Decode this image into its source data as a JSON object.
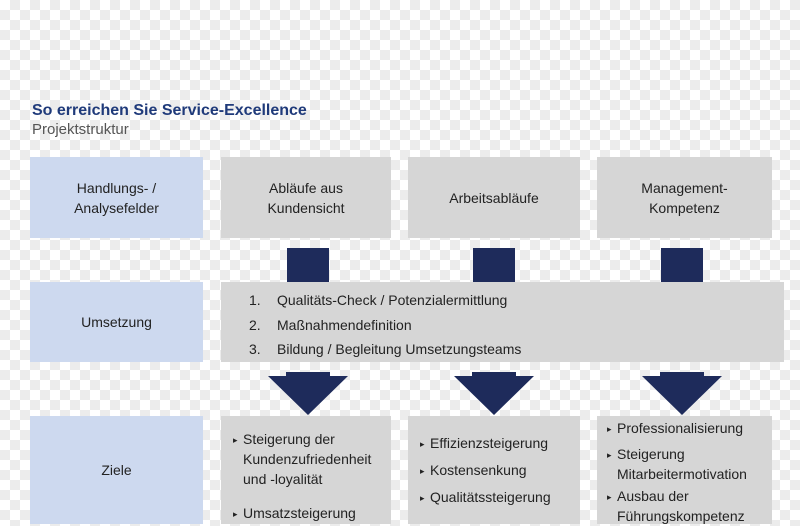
{
  "title": "So erreichen Sie Service-Excellence",
  "subtitle": "Projektstruktur",
  "colors": {
    "navy": "#1e2b5b",
    "left_box": "#cdd9ef",
    "grey_box": "#d6d6d6",
    "title": "#1f3a7a"
  },
  "rows": {
    "handlungsfelder": "Handlungs- / Analysefelder",
    "umsetzung": "Umsetzung",
    "ziele": "Ziele"
  },
  "columns": [
    {
      "label": "Abläufe aus Kundensicht"
    },
    {
      "label": "Arbeitsabläufe"
    },
    {
      "label": "Management-Kompetenz"
    }
  ],
  "steps": [
    {
      "num": "1.",
      "text": "Qualitäts-Check / Potenzialermittlung"
    },
    {
      "num": "2.",
      "text": "Maßnahmendefinition"
    },
    {
      "num": "3.",
      "text": "Bildung / Begleitung Umsetzungsteams"
    }
  ],
  "goals": [
    {
      "items": [
        "Steigerung der Kundenzufriedenheit und -loyalität",
        "Umsatzsteigerung"
      ]
    },
    {
      "items": [
        "Effizienzsteigerung",
        "Kostensenkung",
        "Qualitätssteigerung"
      ]
    },
    {
      "items": [
        "Professionalisierung",
        "Steigerung Mitarbeitermotivation",
        "Ausbau der Führungskompetenz"
      ]
    }
  ]
}
